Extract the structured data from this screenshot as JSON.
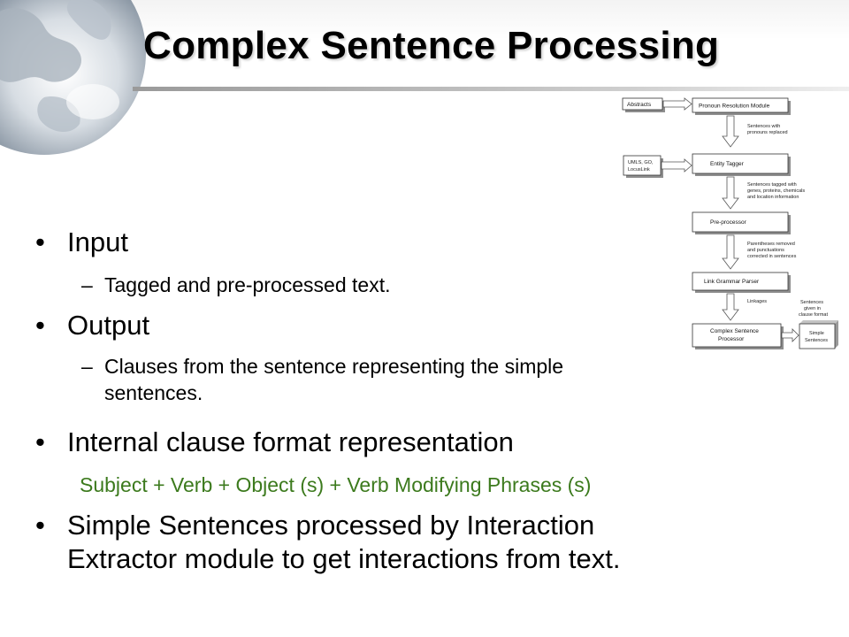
{
  "slide": {
    "title": "Complex Sentence Processing",
    "bullets": [
      {
        "label": "Input",
        "sub": [
          "Tagged and pre-processed text."
        ]
      },
      {
        "label": "Output",
        "sub": [
          "Clauses from the sentence representing the simple",
          "sentences."
        ]
      },
      {
        "label": "Internal clause format representation",
        "formula": "Subject + Verb + Object (s) + Verb Modifying Phrases (s)"
      },
      {
        "label_lines": [
          "Simple Sentences processed by Interaction",
          "Extractor module to get interactions from text."
        ]
      }
    ],
    "bullet_symbol": "•",
    "dash_symbol": "–",
    "accent_green": "#3c7a1d"
  },
  "flowchart": {
    "abstracts": "Abstracts",
    "pronoun_module": "Pronoun Resolution Module",
    "note1": [
      "Sentences with",
      "pronouns replaced"
    ],
    "umls": [
      "UMLS, GO,",
      "LocusLink"
    ],
    "entity_tagger": "Entity Tagger",
    "note2": [
      "Sentences tagged with",
      "genes, proteins, chemicals",
      "and location information"
    ],
    "preprocessor": "Pre-processor",
    "note3": [
      "Parentheses removed",
      "and punctuations",
      "corrected in sentences"
    ],
    "link_parser": "Link Grammar Parser",
    "note4": "Linkages",
    "note5": [
      "Sentences",
      "given in",
      "clause format"
    ],
    "complex_processor": [
      "Complex Sentence",
      "Processor"
    ],
    "simple_sentences": [
      "Simple",
      "Sentences"
    ]
  }
}
